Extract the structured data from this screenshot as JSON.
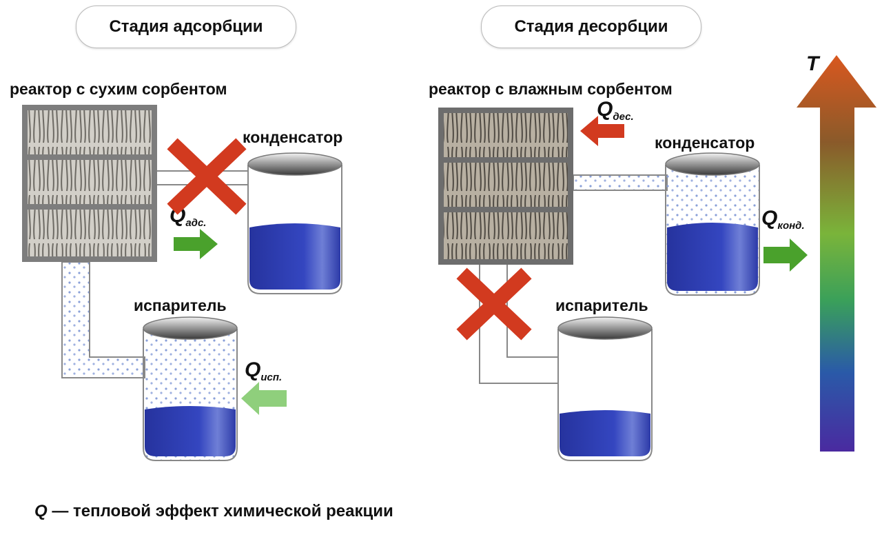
{
  "stages": {
    "adsorption": "Стадия адсорбции",
    "desorption": "Стадия десорбции"
  },
  "left": {
    "reactor_label": "реактор с сухим сорбентом",
    "condenser_label": "конденсатор",
    "evaporator_label": "испаритель",
    "q_ads": {
      "symbol": "Q",
      "sub": "адс."
    },
    "q_evap": {
      "symbol": "Q",
      "sub": "исп."
    }
  },
  "right": {
    "reactor_label": "реактор с влажным сорбентом",
    "condenser_label": "конденсатор",
    "evaporator_label": "испаритель",
    "q_des": {
      "symbol": "Q",
      "sub": "дес."
    },
    "q_cond": {
      "symbol": "Q",
      "sub": "конд."
    }
  },
  "temperature_axis": {
    "label": "T"
  },
  "legend": {
    "symbol": "Q",
    "text": " — тепловой эффект химической реакции"
  },
  "colors": {
    "cross": "#d23a1f",
    "arrow_green": "#4aa12c",
    "arrow_green_light": "#8fcf7c",
    "arrow_red": "#d23a1f",
    "water": "#2f3fb2",
    "vapor_dot": "#8aa0d8"
  }
}
